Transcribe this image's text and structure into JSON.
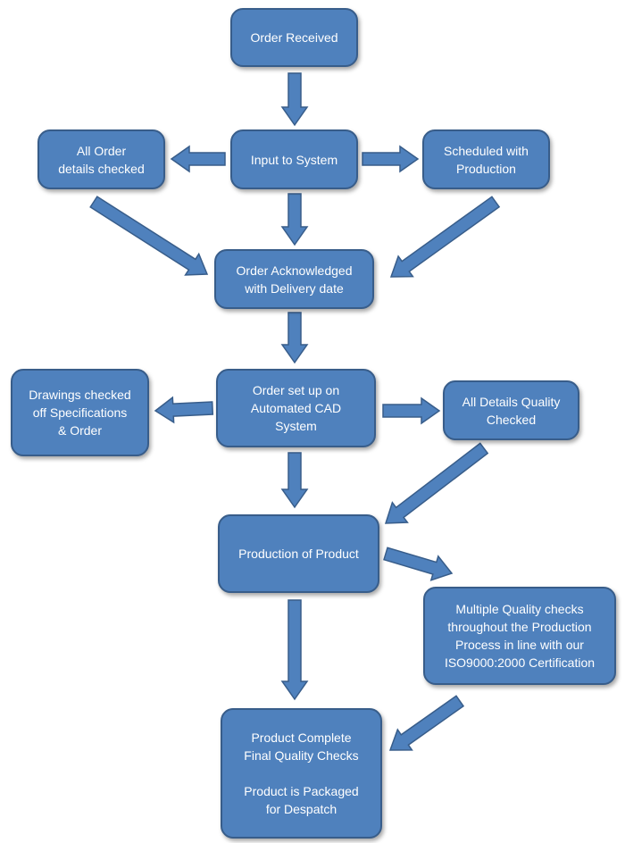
{
  "diagram": {
    "colors": {
      "box_fill": "#4f81bd",
      "box_border": "#385d8a",
      "text": "#ffffff"
    },
    "nodes": {
      "order_received": "Order Received",
      "input_to_system": "Input to System",
      "all_order_details": "All Order\ndetails checked",
      "scheduled_production": "Scheduled with\nProduction",
      "order_acknowledged": "Order Acknowledged\nwith Delivery date",
      "order_setup_cad": "Order set up on\nAutomated CAD\nSystem",
      "drawings_checked": "Drawings checked\noff Specifications\n& Order",
      "all_details_quality": "All Details Quality\nChecked",
      "production_of_product": "Production of Product",
      "multiple_quality_checks": "Multiple Quality checks\nthroughout the Production\nProcess in line with our\nISO9000:2000 Certification",
      "product_complete": "Product Complete\nFinal Quality Checks\n\nProduct is Packaged\nfor Despatch"
    }
  }
}
